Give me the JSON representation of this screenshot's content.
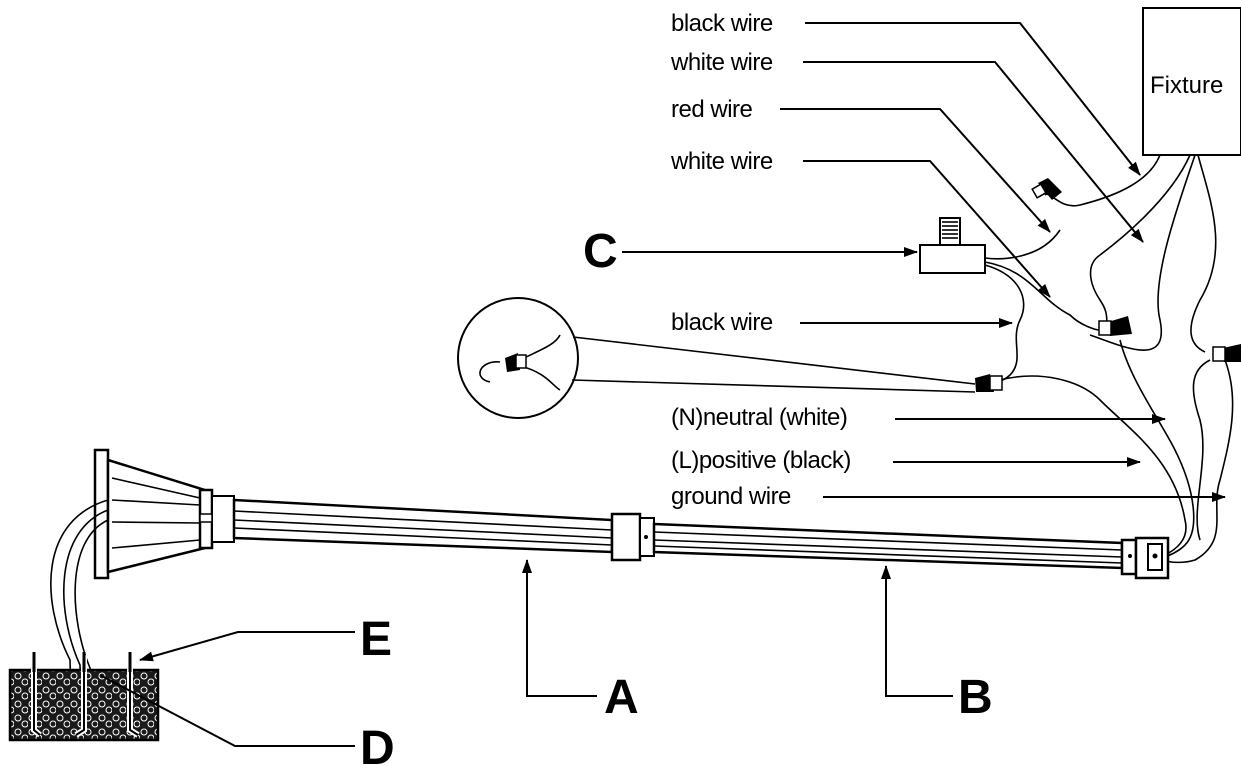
{
  "fixture": {
    "label": "Fixture"
  },
  "labels": {
    "black_wire_top": "black wire",
    "white_wire_1": "white wire",
    "red_wire": "red wire",
    "white_wire_2": "white wire",
    "black_wire_mid": "black wire",
    "neutral": "(N)neutral (white)",
    "positive": "(L)positive (black)",
    "ground": "ground wire"
  },
  "callouts": {
    "a": "A",
    "b": "B",
    "c": "C",
    "d": "D",
    "e": "E"
  }
}
